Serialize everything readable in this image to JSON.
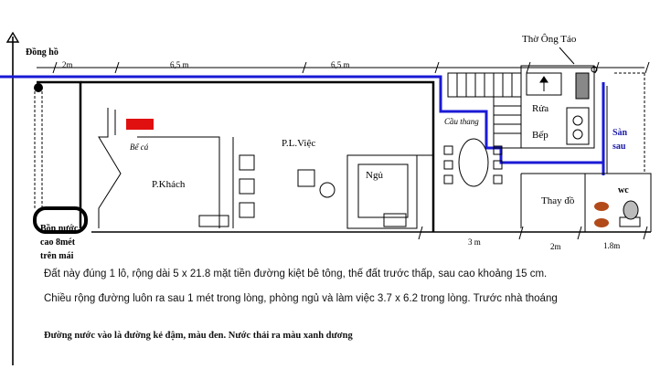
{
  "labels": {
    "dong_ho": "Đồng hồ",
    "dim_2m_top": "2m",
    "dim_65m_a": "6,5 m",
    "dim_65m_b": "6,5 m",
    "tho_ong_tao": "Thờ Ông Táo",
    "rua": "Rửa",
    "bep": "Bếp",
    "cau_thang": "Cầu thang",
    "san_sau_1": "Sàn",
    "san_sau_2": "sau",
    "be_ca": "Bể cá",
    "plviec": "P.L.Việc",
    "ngu": "Ngủ",
    "pkhach": "P.Khách",
    "thay_do": "Thay đồ",
    "wc": "wc",
    "bon_1": "Bồn nước",
    "bon_2": "cao 8mét",
    "bon_3": "trên mái",
    "dim_3m": "3 m",
    "dim_2m_bottom": "2m",
    "dim_18m": "1.8m"
  },
  "notes": {
    "line1": "Đất này đúng 1 lô, rộng dài 5 x   21.8   mặt tiền đường kiệt bê tông, thế đất trước thấp, sau cao khoảng 15 cm.",
    "line2": "Chiều rộng đường luôn ra sau 1 mét trong lòng, phòng ngủ và làm việc 3.7 x 6.2 trong lòng. Trước nhà thoáng",
    "line3": "Đường nước vào là đường kẻ đậm, màu đen. Nước thải ra màu xanh dương"
  },
  "colors": {
    "water_in": "#000000",
    "waste_water": "#1a1ad6",
    "fish_tank": "#e01010",
    "wc_figure": "#b24a1a"
  }
}
